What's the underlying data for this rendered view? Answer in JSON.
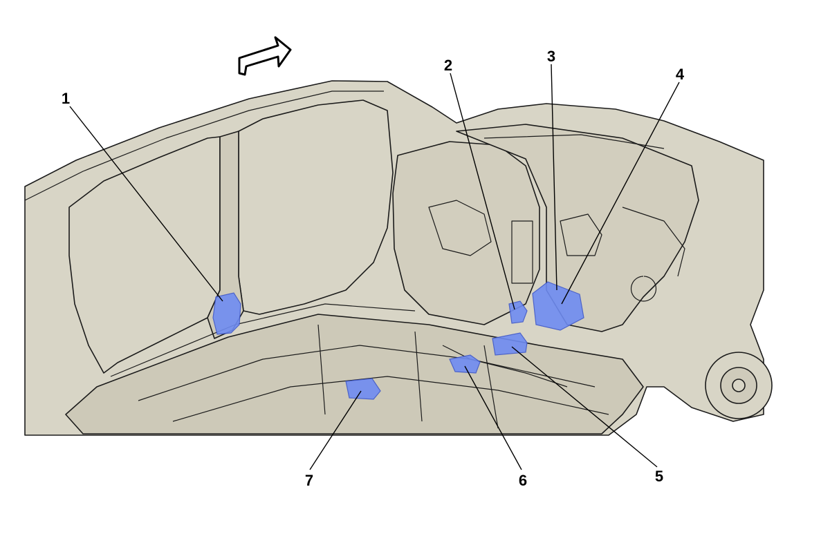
{
  "diagram": {
    "colors": {
      "background": "#ffffff",
      "body_fill": "#d8d5c6",
      "cutout_fill": "#d8d5c6",
      "line": "#1a1a1a",
      "component_fill": "#6f8cf2",
      "component_edge": "#3e57c9",
      "leader": "#000000"
    },
    "direction_arrow": {
      "icon": "forward-direction-arrow-icon"
    },
    "callouts": [
      {
        "id": "1",
        "label": "1"
      },
      {
        "id": "2",
        "label": "2"
      },
      {
        "id": "3",
        "label": "3"
      },
      {
        "id": "4",
        "label": "4"
      },
      {
        "id": "5",
        "label": "5"
      },
      {
        "id": "6",
        "label": "6"
      },
      {
        "id": "7",
        "label": "7"
      }
    ]
  }
}
